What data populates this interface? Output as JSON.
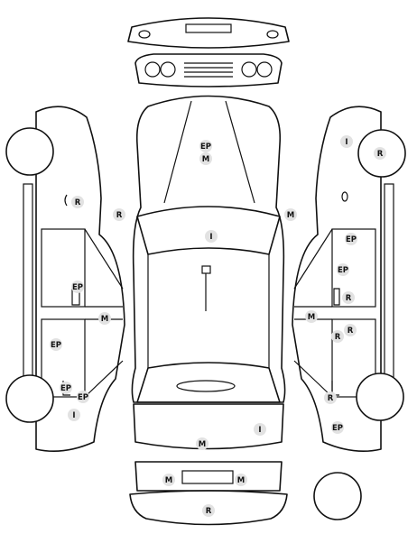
{
  "diagram": {
    "markers": [
      {
        "id": "hood-ep",
        "label": "EP"
      },
      {
        "id": "hood-m",
        "label": "M"
      },
      {
        "id": "windshield-i",
        "label": "I"
      },
      {
        "id": "front-left-pillar-r",
        "label": "R"
      },
      {
        "id": "front-right-pillar-m",
        "label": "M"
      },
      {
        "id": "left-fender-r",
        "label": "R"
      },
      {
        "id": "left-front-door-ep",
        "label": "EP"
      },
      {
        "id": "left-mirror-m",
        "label": "M"
      },
      {
        "id": "left-rear-door-ep",
        "label": "EP"
      },
      {
        "id": "left-rear-ep-1",
        "label": "EP"
      },
      {
        "id": "left-rear-ep-2",
        "label": "EP"
      },
      {
        "id": "left-rear-i",
        "label": "I"
      },
      {
        "id": "right-front-i",
        "label": "I"
      },
      {
        "id": "right-front-wheel-r",
        "label": "R"
      },
      {
        "id": "right-front-door-ep-1",
        "label": "EP"
      },
      {
        "id": "right-front-door-ep-2",
        "label": "EP"
      },
      {
        "id": "right-front-door-r",
        "label": "R"
      },
      {
        "id": "right-mirror-m",
        "label": "M"
      },
      {
        "id": "right-rear-door-r-1",
        "label": "R"
      },
      {
        "id": "right-rear-door-r-2",
        "label": "R"
      },
      {
        "id": "right-rear-r",
        "label": "R"
      },
      {
        "id": "right-rear-ep",
        "label": "EP"
      },
      {
        "id": "trunk-i",
        "label": "I"
      },
      {
        "id": "trunk-m",
        "label": "M"
      },
      {
        "id": "rear-bumper-m-left",
        "label": "M"
      },
      {
        "id": "rear-bumper-m-right",
        "label": "M"
      },
      {
        "id": "rear-bumper-r",
        "label": "R"
      }
    ]
  }
}
